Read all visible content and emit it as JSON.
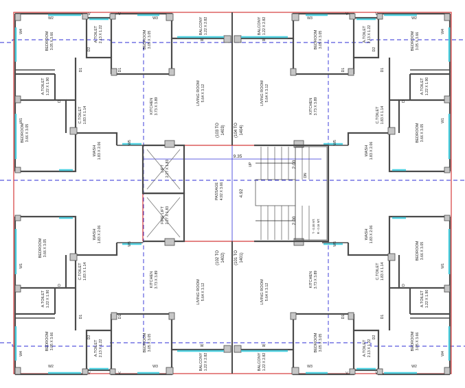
{
  "palette": {
    "wall": "#4a4a4a",
    "wall_fill": "#c6c6c6",
    "glass": "#4fd0e0",
    "boundary": "#d43a3a",
    "axis": "#2b2bd6",
    "dim": "#2b2bd6",
    "text": "#222222",
    "flat_no": "#d43a3a"
  },
  "rooms": [
    {
      "id": "bed-tl-a",
      "name": "BEDROOM",
      "size": "3.05 X 3.66"
    },
    {
      "id": "atoilet-tl-a",
      "name": "A.TOILET",
      "size": "2.13 X 1.22"
    },
    {
      "id": "bed-tl-b",
      "name": "BEDROOM",
      "size": "3.05 X 3.05"
    },
    {
      "id": "balc-t-l",
      "name": "BALCONY",
      "size": "1.22 X 2.82"
    },
    {
      "id": "balc-t-r",
      "name": "BALCONY",
      "size": "1.22 X 2.82"
    },
    {
      "id": "bed-tr-b",
      "name": "BEDROOM",
      "size": "3.05 X 3.05"
    },
    {
      "id": "atoilet-tr-a",
      "name": "A.TOILET",
      "size": "2.13 X 1.22"
    },
    {
      "id": "bed-tr-a",
      "name": "BEDROOM",
      "size": "3.05 X 3.66"
    },
    {
      "id": "atoilet-tl-b",
      "name": "A.TOILET",
      "size": "1.22 X 1.90"
    },
    {
      "id": "living-tl",
      "name": "LIVING ROOM",
      "size": "5.64 X 3.12"
    },
    {
      "id": "living-tr",
      "name": "LIVING ROOM",
      "size": "5.64 X 3.12"
    },
    {
      "id": "atoilet-tr-b",
      "name": "A.TOILET",
      "size": "1.22 X 1.90"
    },
    {
      "id": "ctoilet-tl",
      "name": "C.TOILET",
      "size": "1.83 X 1.14"
    },
    {
      "id": "kitchen-tl",
      "name": "KITCHEN",
      "size": "3.73 X 3.89"
    },
    {
      "id": "kitchen-tr",
      "name": "KITCHEN",
      "size": "3.73 X 3.89"
    },
    {
      "id": "ctoilet-tr",
      "name": "C.TOILET",
      "size": "1.83 X 1.14"
    },
    {
      "id": "bed-tl-c",
      "name": "BEDROOM",
      "size": "3.66 X 3.05"
    },
    {
      "id": "bed-tr-c",
      "name": "BEDROOM",
      "size": "3.66 X 3.05"
    },
    {
      "id": "wash-tl",
      "name": "WASH",
      "size": "1.83 X 2.06"
    },
    {
      "id": "wash-tr",
      "name": "WASH",
      "size": "1.83 X 2.06"
    },
    {
      "id": "lift",
      "name": "LIFT",
      "size": "2.27 X 1.83"
    },
    {
      "id": "fire-lift",
      "name": "FIRE LIFT",
      "size": "2.27 X 1.83"
    },
    {
      "id": "passage",
      "name": "PASSAGE",
      "size": "4.92 X 3.66"
    },
    {
      "id": "wash-bl",
      "name": "WASH",
      "size": "1.83 X 2.06"
    },
    {
      "id": "wash-br",
      "name": "WASH",
      "size": "1.83 X 2.06"
    },
    {
      "id": "bed-bl-c",
      "name": "BEDROOM",
      "size": "3.66 X 3.05"
    },
    {
      "id": "bed-br-c",
      "name": "BEDROOM",
      "size": "3.66 X 3.05"
    },
    {
      "id": "ctoilet-bl",
      "name": "C.TOILET",
      "size": "1.83 X 1.14"
    },
    {
      "id": "kitchen-bl",
      "name": "KITCHEN",
      "size": "3.73 X 3.89"
    },
    {
      "id": "kitchen-br",
      "name": "KITCHEN",
      "size": "3.73 X 3.89"
    },
    {
      "id": "ctoilet-br",
      "name": "C.TOILET",
      "size": "1.83 X 1.14"
    },
    {
      "id": "living-bl",
      "name": "LIVING ROOM",
      "size": "5.64 X 3.12"
    },
    {
      "id": "living-br",
      "name": "LIVING ROOM",
      "size": "5.64 X 3.12"
    },
    {
      "id": "atoilet-bl-b",
      "name": "A.TOILET",
      "size": "1.22 X 1.90"
    },
    {
      "id": "atoilet-br-b",
      "name": "A.TOILET",
      "size": "1.22 X 1.90"
    },
    {
      "id": "bed-bl-a",
      "name": "BEDROOM",
      "size": "3.05 X 3.66"
    },
    {
      "id": "atoilet-bl-a",
      "name": "A.TOILET",
      "size": "2.13 X 1.22"
    },
    {
      "id": "bed-bl-b",
      "name": "BEDROOM",
      "size": "3.05 X 3.05"
    },
    {
      "id": "balc-b-l",
      "name": "BALCONY",
      "size": "1.22 X 2.82"
    },
    {
      "id": "balc-b-r",
      "name": "BALCONY",
      "size": "1.22 X 2.82"
    },
    {
      "id": "bed-br-b",
      "name": "BEDROOM",
      "size": "3.05 X 3.05"
    },
    {
      "id": "atoilet-br-a",
      "name": "A.TOILET",
      "size": "2.13 X 1.22"
    },
    {
      "id": "bed-br-a",
      "name": "BEDROOM",
      "size": "3.05 X 3.66"
    }
  ],
  "flat_numbers": [
    {
      "id": "fn-tl",
      "line1": "(103 TO",
      "line2": "1403)"
    },
    {
      "id": "fn-tr",
      "line1": "(104 TO",
      "line2": "1404)"
    },
    {
      "id": "fn-bl",
      "line1": "(102 TO",
      "line2": "1402)"
    },
    {
      "id": "fn-br",
      "line1": "(101 TO",
      "line2": "1401)"
    }
  ],
  "dimensions": [
    {
      "id": "dim-935",
      "text": "9.35"
    },
    {
      "id": "dim-492",
      "text": "4.92"
    },
    {
      "id": "dim-200-a",
      "text": "2.00"
    },
    {
      "id": "dim-200-b",
      "text": "2.00"
    }
  ],
  "stair": {
    "up": "UP",
    "dn": "DN",
    "tread": "T - 0.30 MT.",
    "riser": "R - 0.16 MT."
  },
  "tags": [
    {
      "id": "w2-tl",
      "text": "W2"
    },
    {
      "id": "w3-tl",
      "text": "W3"
    },
    {
      "id": "w4-tl",
      "text": "W4"
    },
    {
      "id": "w2-tr",
      "text": "W2"
    },
    {
      "id": "w3-tr",
      "text": "W3"
    },
    {
      "id": "w4-tr",
      "text": "W4"
    },
    {
      "id": "w1-tl",
      "text": "W1"
    },
    {
      "id": "w1-tr",
      "text": "W1"
    },
    {
      "id": "w5-tl",
      "text": "W5"
    },
    {
      "id": "w5-tr",
      "text": "W5"
    },
    {
      "id": "w5-bl",
      "text": "W5"
    },
    {
      "id": "w5-br",
      "text": "W5"
    },
    {
      "id": "w1-bl",
      "text": "W1"
    },
    {
      "id": "w1-br",
      "text": "W1"
    },
    {
      "id": "w4-bl",
      "text": "W4"
    },
    {
      "id": "w2-bl",
      "text": "W2"
    },
    {
      "id": "w3-bl",
      "text": "W3"
    },
    {
      "id": "w4-br",
      "text": "W4"
    },
    {
      "id": "w2-br",
      "text": "W2"
    },
    {
      "id": "w3-br",
      "text": "W3"
    },
    {
      "id": "w-tl",
      "text": "W"
    },
    {
      "id": "w-tr",
      "text": "W"
    },
    {
      "id": "w-bl",
      "text": "W"
    },
    {
      "id": "w-br",
      "text": "W"
    },
    {
      "id": "d2-tl",
      "text": "D2"
    },
    {
      "id": "d1-tl-a",
      "text": "D1"
    },
    {
      "id": "d1-tl-b",
      "text": "D1"
    },
    {
      "id": "d2-tr",
      "text": "D2"
    },
    {
      "id": "d1-tr-a",
      "text": "D1"
    },
    {
      "id": "d1-tr-b",
      "text": "D1"
    },
    {
      "id": "d2-bl",
      "text": "D2"
    },
    {
      "id": "d1-bl-a",
      "text": "D1"
    },
    {
      "id": "d1-bl-b",
      "text": "D1"
    },
    {
      "id": "d2-br",
      "text": "D2"
    },
    {
      "id": "d1-br-a",
      "text": "D1"
    },
    {
      "id": "d1-br-b",
      "text": "D1"
    },
    {
      "id": "d-tl",
      "text": "D"
    },
    {
      "id": "d-tr",
      "text": "D"
    },
    {
      "id": "d-bl",
      "text": "D"
    },
    {
      "id": "d-br",
      "text": "D"
    },
    {
      "id": "v-1",
      "text": "V"
    },
    {
      "id": "v-2",
      "text": "V"
    },
    {
      "id": "v-3",
      "text": "V"
    },
    {
      "id": "v-4",
      "text": "V"
    },
    {
      "id": "v-5",
      "text": "V"
    },
    {
      "id": "v-6",
      "text": "V"
    },
    {
      "id": "v-7",
      "text": "V"
    },
    {
      "id": "v-8",
      "text": "V"
    }
  ]
}
